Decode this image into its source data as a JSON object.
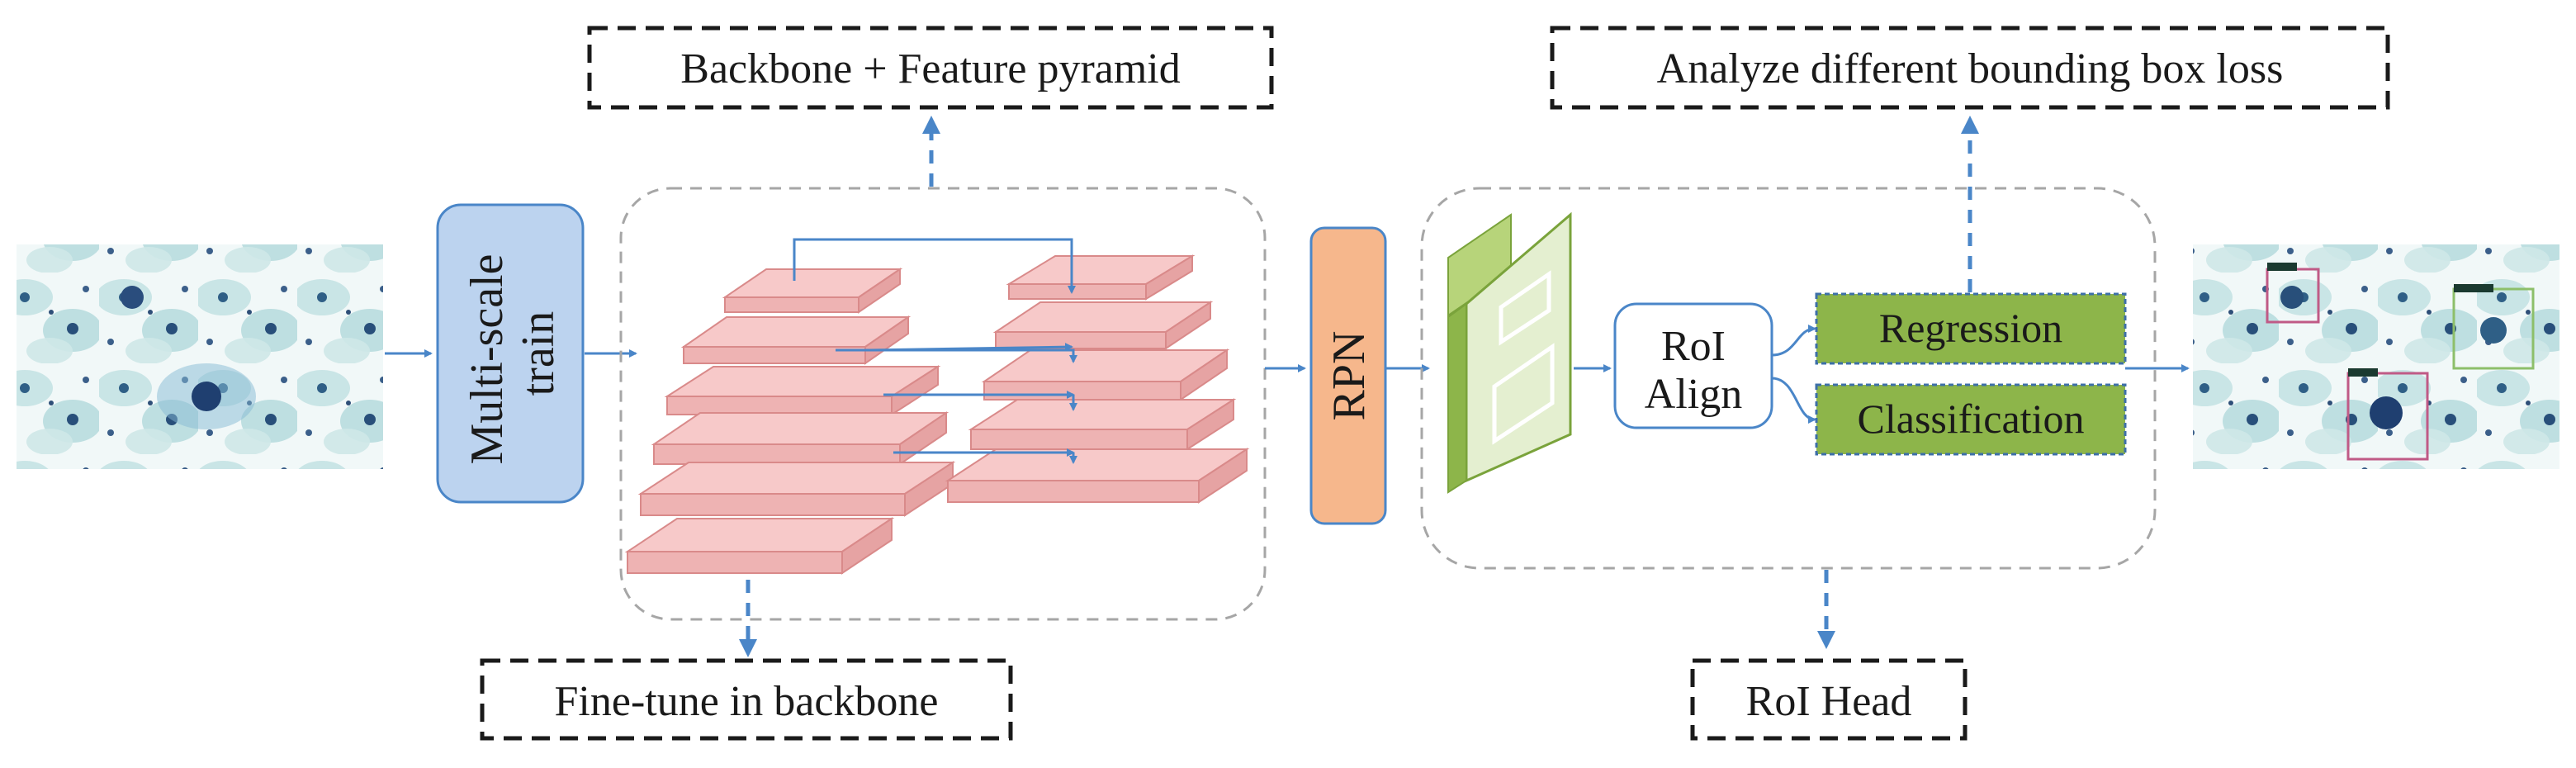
{
  "diagram": {
    "callouts": {
      "backbone_fpn": "Backbone + Feature pyramid",
      "bbox_loss": "Analyze different bounding box loss",
      "finetune": "Fine-tune in backbone",
      "roi_head": "RoI Head"
    },
    "blocks": {
      "multiscale_line1": "Multi-scale",
      "multiscale_line2": "train",
      "rpn": "RPN",
      "roi_align_line1": "RoI",
      "roi_align_line2": "Align",
      "regression": "Regression",
      "classification": "Classification"
    },
    "colors": {
      "arrow": "#4a86c8",
      "multiscale_fill": "#bcd3ef",
      "rpn_fill": "#f6b78c",
      "fpn_layer_fill": "#f7c9c9",
      "head_fill": "#8db54a",
      "feature_map_fill": "#e4efd0",
      "roi_align_fill": "#ffffff",
      "dashed_region": "#a6a6a6",
      "cell_stain": "#8fc7c9"
    },
    "icons": {
      "input_image": "cytology-input-image",
      "output_image": "cytology-output-detections"
    }
  }
}
